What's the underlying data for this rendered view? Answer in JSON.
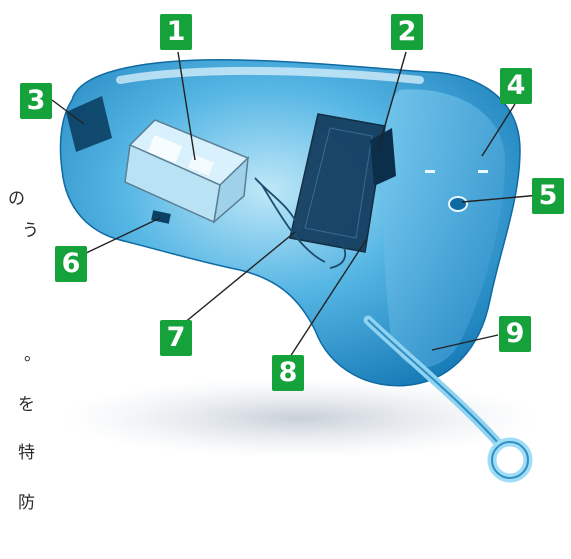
{
  "callouts": [
    "1",
    "2",
    "3",
    "4",
    "5",
    "6",
    "7",
    "8",
    "9"
  ],
  "left_text": [
    "の",
    "う",
    "。",
    "を",
    "特",
    "防"
  ],
  "colors": {
    "shell": "#3aa4d8",
    "shell_light": "#a8dcf4",
    "shell_dark": "#0c5f93",
    "callout": "#16a23a",
    "leader": "#222222"
  }
}
